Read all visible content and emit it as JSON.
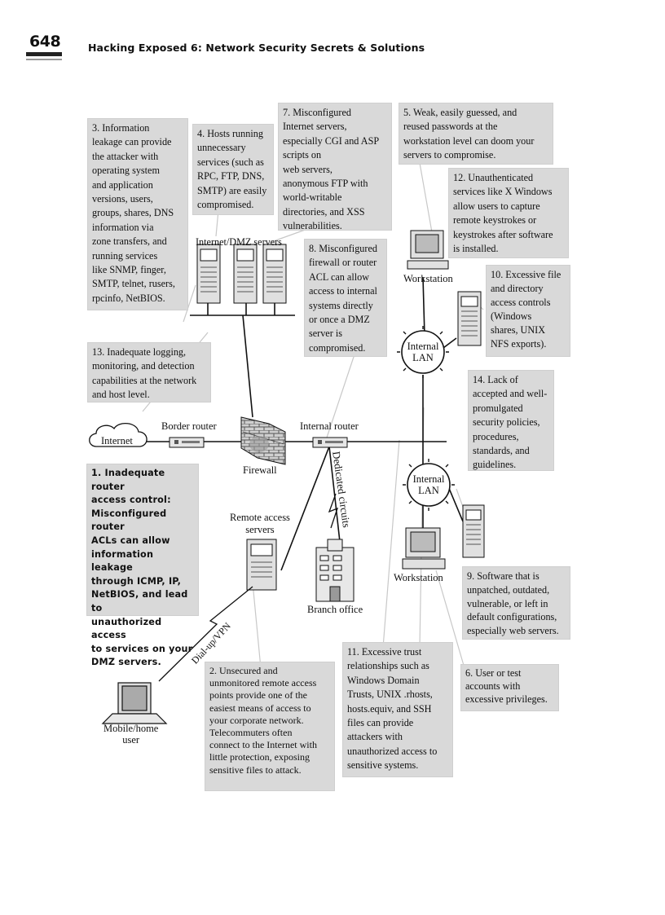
{
  "header": {
    "page_number": "648",
    "book_title": "Hacking Exposed 6: Network Security Secrets & Solutions"
  },
  "labels": {
    "internet": "Internet",
    "border_router": "Border router",
    "firewall": "Firewall",
    "internal_router": "Internal router",
    "dmz_servers": "Internet/DMZ servers",
    "remote_access_servers": "Remote access\nservers",
    "branch_office": "Branch office",
    "dedicated_circuits": "Dedicated circuits",
    "dialup_vpn": "Dial-up/VPN",
    "mobile_home_user": "Mobile/home\nuser",
    "workstation_top": "Workstation",
    "workstation_bottom": "Workstation",
    "internal_lan_top": "Internal\nLAN",
    "internal_lan_bottom": "Internal\nLAN"
  },
  "notes": {
    "n1": "1.  Inadequate router\naccess control:\nMisconfigured router\nACLs can allow\ninformation leakage\nthrough ICMP, IP,\nNetBIOS, and lead to\nunauthorized access\nto services on your\nDMZ servers.",
    "n2": "2.  Unsecured and\nunmonitored remote access\npoints provide one of the\neasiest means of access to\nyour corporate network.\nTelecommuters often\nconnect to the Internet with\nlittle protection, exposing\nsensitive files to attack.",
    "n3": "3.  Information\nleakage can provide\nthe attacker with\noperating system\nand application\nversions, users,\ngroups, shares, DNS\ninformation via\nzone transfers, and\nrunning services\nlike SNMP, finger,\nSMTP, telnet, rusers,\nrpcinfo, NetBIOS.",
    "n4": "4.  Hosts running\nunnecessary\nservices (such as\nRPC, FTP, DNS,\nSMTP) are easily\ncompromised.",
    "n5": "5.  Weak, easily guessed, and\nreused passwords at the\nworkstation level can doom your\nservers to compromise.",
    "n6": "6.  User or test\naccounts with\nexcessive privileges.",
    "n7": "7.  Misconfigured\nInternet servers,\nespecially CGI and ASP\nscripts on\nweb servers,\nanonymous FTP with\nworld-writable\ndirectories, and XSS\nvulnerabilities.",
    "n8": "8.  Misconfigured\nfirewall or router\nACL can allow\naccess to internal\nsystems directly\nor once a DMZ\nserver is\ncompromised.",
    "n9": "9.  Software that is\nunpatched, outdated,\nvulnerable, or left in\ndefault configurations,\nespecially web servers.",
    "n10": "10.  Excessive file\nand directory\naccess controls\n(Windows\nshares, UNIX\nNFS exports).",
    "n11": "11.  Excessive trust\nrelationships such as\nWindows Domain\nTrusts, UNIX .rhosts,\nhosts.equiv, and SSH\nfiles can provide\nattackers with\nunauthorized access to\nsensitive systems.",
    "n12": "12.  Unauthenticated\nservices like X Windows\nallow users to capture\nremote keystrokes or\nkeystrokes after software\nis installed.",
    "n13": "13.  Inadequate logging,\nmonitoring, and detection\ncapabilities at the network\nand host level.",
    "n14": "14.  Lack of\naccepted and well-\npromulgated\nsecurity policies,\nprocedures,\nstandards, and\nguidelines."
  }
}
